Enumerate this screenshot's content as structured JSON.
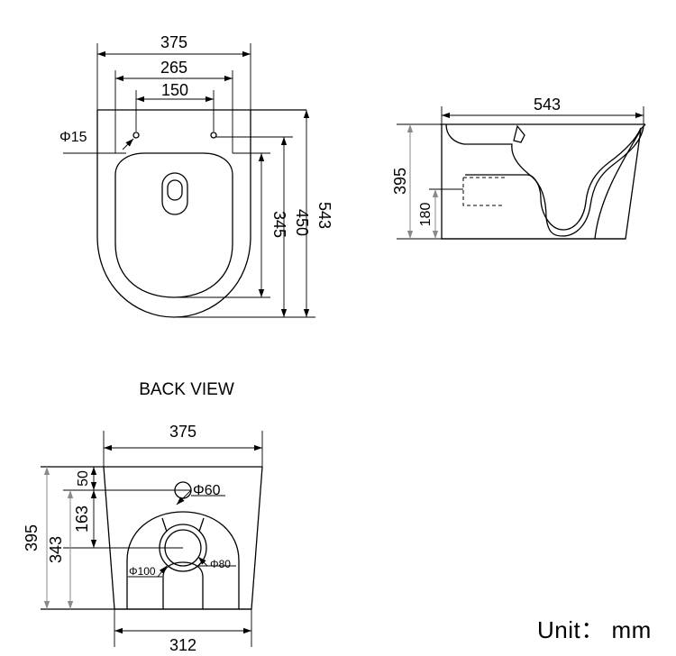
{
  "top_view": {
    "width_outer": "375",
    "width_mid": "265",
    "width_inner": "150",
    "hole_dia": "Φ15",
    "len_seat": "345",
    "len_450": "450",
    "len_total": "543"
  },
  "side_view": {
    "length": "543",
    "height": "395",
    "outlet_height": "180"
  },
  "back_view": {
    "title": "BACK VIEW",
    "width_top": "375",
    "width_bottom": "312",
    "height_total": "395",
    "height_outlet": "343",
    "dim_50": "50",
    "dim_163": "163",
    "inlet_dia": "Φ60",
    "outlet_outer": "Φ100",
    "outlet_inner": "Φ80"
  },
  "unit_label": "Unit： mm"
}
